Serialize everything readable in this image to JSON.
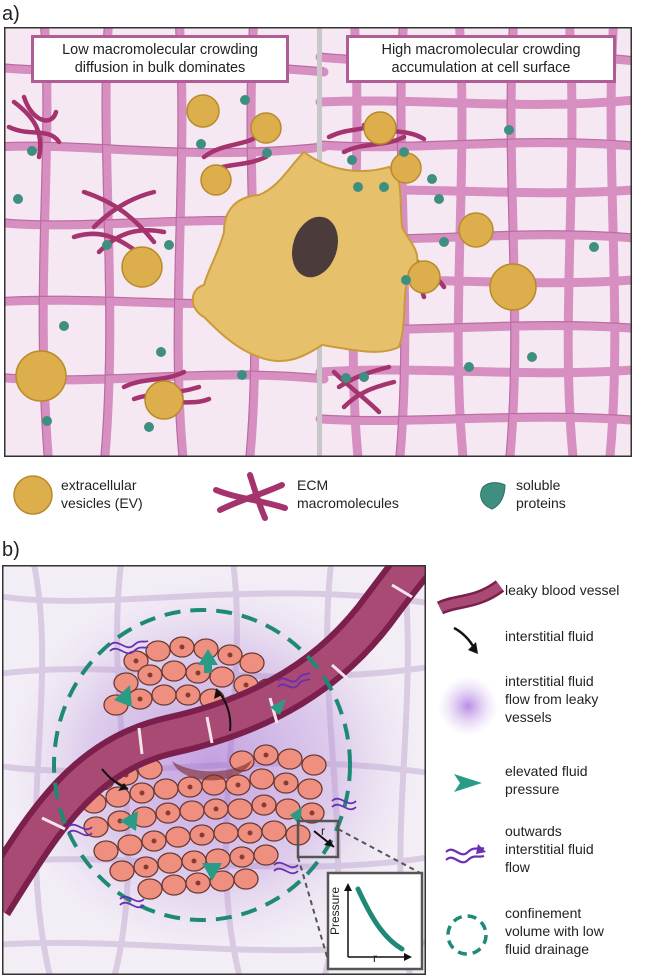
{
  "panel_a": {
    "label": "a)",
    "left_callout": {
      "line1": "Low macromolecular crowding",
      "line2": "diffusion in bulk dominates"
    },
    "right_callout": {
      "line1": "High macromolecular crowding",
      "line2": "accumulation at cell surface"
    }
  },
  "legend_a": {
    "ev": {
      "line1": "extracellular",
      "line2": "vesicles (EV)"
    },
    "ecm": {
      "line1": "ECM",
      "line2": "macromolecules"
    },
    "proteins": {
      "line1": "soluble",
      "line2": "proteins"
    }
  },
  "panel_b": {
    "label": "b)",
    "inset": {
      "r_label": "r",
      "y_label": "Pressure",
      "x_label": "r"
    }
  },
  "legend_b": {
    "vessel": {
      "line1": "leaky blood vessel"
    },
    "fluid": {
      "line1": "interstitial fluid"
    },
    "flow": {
      "line1": "interstitial fluid",
      "line2": "flow from leaky",
      "line3": "vessels"
    },
    "pressure": {
      "line1": "elevated fluid",
      "line2": "pressure"
    },
    "outwards": {
      "line1": "outwards",
      "line2": "interstitial fluid",
      "line3": "flow"
    },
    "confinement": {
      "line1": "confinement",
      "line2": "volume with low",
      "line3": "fluid drainage"
    }
  },
  "colors": {
    "ecm_fiber": "#d78fc2",
    "ecm_fiber_dark": "#b05c95",
    "macromolecule": "#a5336e",
    "ev_fill": "#dcae4c",
    "ev_stroke": "#b88a2a",
    "protein": "#3f8f80",
    "cell_fill": "#e7c06c",
    "nucleus": "#4b3b3b",
    "vessel": "#a84a73",
    "vessel_dark": "#7b1f4c",
    "tumor_cell": "#ef8f80",
    "pressure_arrow": "#2a9c86",
    "outward_flow": "#6a2fb0",
    "confinement": "#1e8a76"
  }
}
